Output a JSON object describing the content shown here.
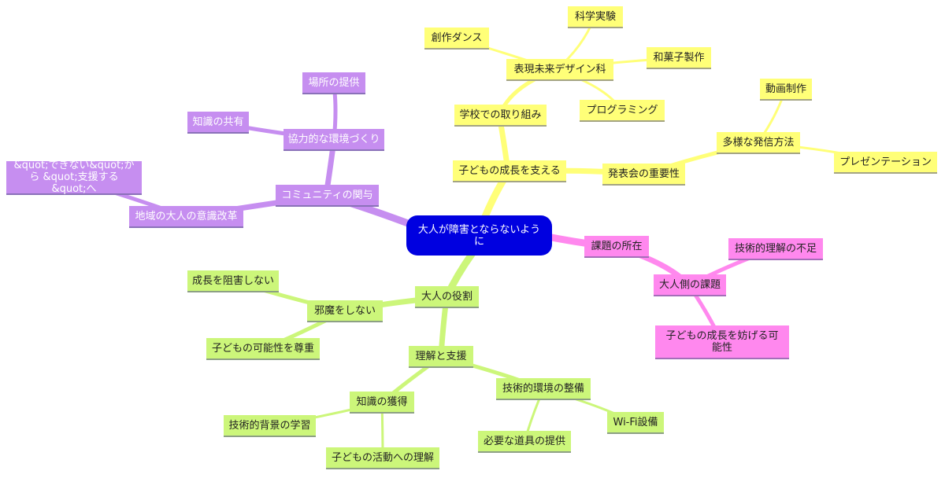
{
  "colors": {
    "root": "#0000e0",
    "yellow_branch": "#ffff78",
    "purple_branch": "#c68ef0",
    "pink_branch": "#ff88ee",
    "green_branch": "#ccf67a"
  },
  "root": "大人が障害とならないように",
  "branches": {
    "school": {
      "label": "学校での取り組み",
      "design": {
        "label": "表現未来デザイン科",
        "items": [
          "創作ダンス",
          "科学実験",
          "和菓子製作",
          "プログラミング"
        ]
      }
    },
    "support": {
      "label": "子どもの成長を支える",
      "presentation": {
        "label": "発表会の重要性",
        "methods": {
          "label": "多様な発信方法",
          "items": [
            "動画制作",
            "プレゼンテーション"
          ]
        }
      }
    },
    "community": {
      "label": "コミュニティの関与",
      "cooperative": {
        "label": "協力的な環境づくり",
        "items": [
          "場所の提供",
          "知識の共有"
        ]
      },
      "awareness": {
        "label": "地域の大人の意識改革",
        "items": [
          "&quot;できない&quot;から &quot;支援する&quot;へ"
        ]
      }
    },
    "issues": {
      "label": "課題の所在",
      "adult": {
        "label": "大人側の課題",
        "items": [
          "技術的理解の不足",
          "子どもの成長を妨げる可能性"
        ]
      }
    },
    "role": {
      "label": "大人の役割",
      "no_interfere": {
        "label": "邪魔をしない",
        "items": [
          "成長を阻害しない",
          "子どもの可能性を尊重"
        ]
      },
      "understanding": {
        "label": "理解と支援",
        "knowledge": {
          "label": "知識の獲得",
          "items": [
            "技術的背景の学習",
            "子どもの活動への理解"
          ]
        },
        "environment": {
          "label": "技術的環境の整備",
          "items": [
            "Wi-Fi設備",
            "必要な道具の提供"
          ]
        }
      }
    }
  }
}
